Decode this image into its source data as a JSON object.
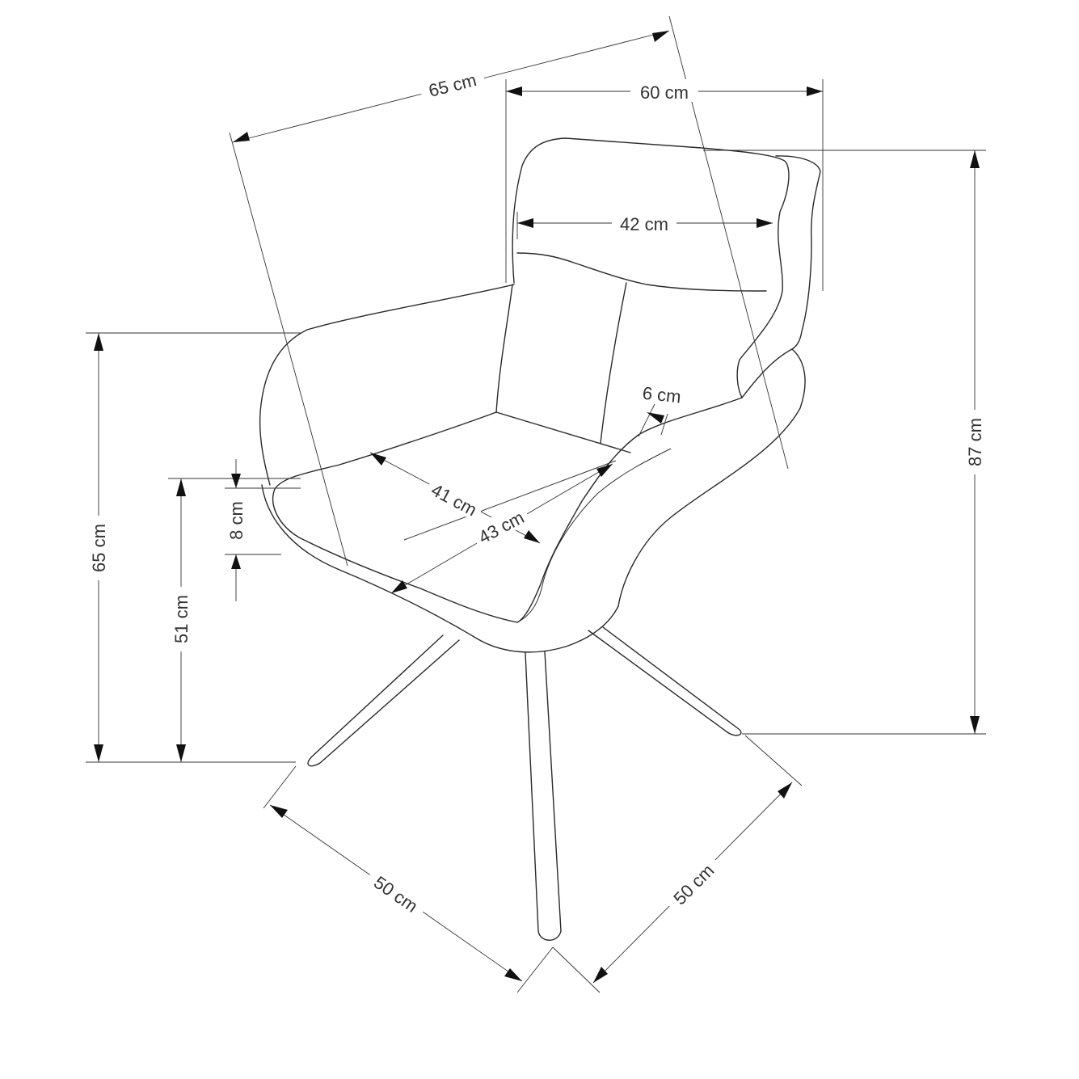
{
  "drawing": {
    "subject": "armchair",
    "unit": "cm"
  },
  "dimensions": {
    "back_diagonal": "65 cm",
    "top_width": "60 cm",
    "backrest_width": "42 cm",
    "total_height": "87 cm",
    "armrest_height": "65 cm",
    "seat_height": "51 cm",
    "seat_thickness": "8 cm",
    "armrest_thickness": "6 cm",
    "seat_depth": "41 cm",
    "seat_width": "43 cm",
    "base_left": "50 cm",
    "base_right": "50 cm"
  }
}
